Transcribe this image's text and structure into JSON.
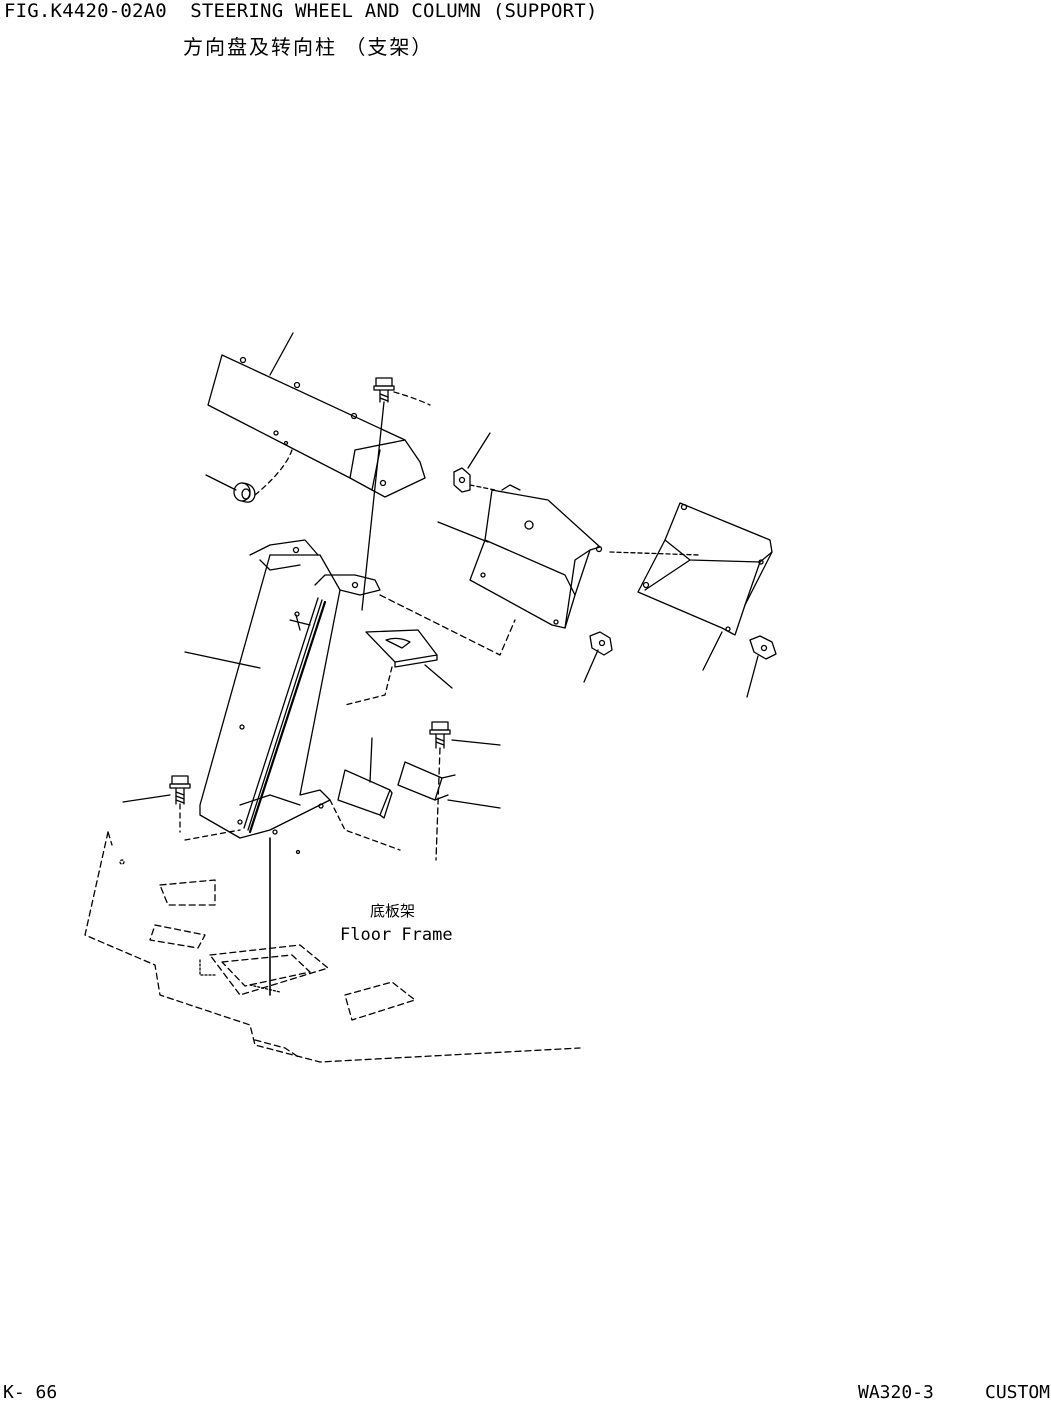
{
  "header": {
    "figure_title": "FIG.K4420-02A0  STEERING WHEEL AND COLUMN (SUPPORT)",
    "figure_title_cn": "方向盘及转向柱 （支架）"
  },
  "labels": {
    "floor_frame_cn": "底板架",
    "floor_frame_en": "Floor Frame"
  },
  "footer": {
    "page_number": "K- 66",
    "model": "WA320-3",
    "edition": "CUSTOM"
  }
}
